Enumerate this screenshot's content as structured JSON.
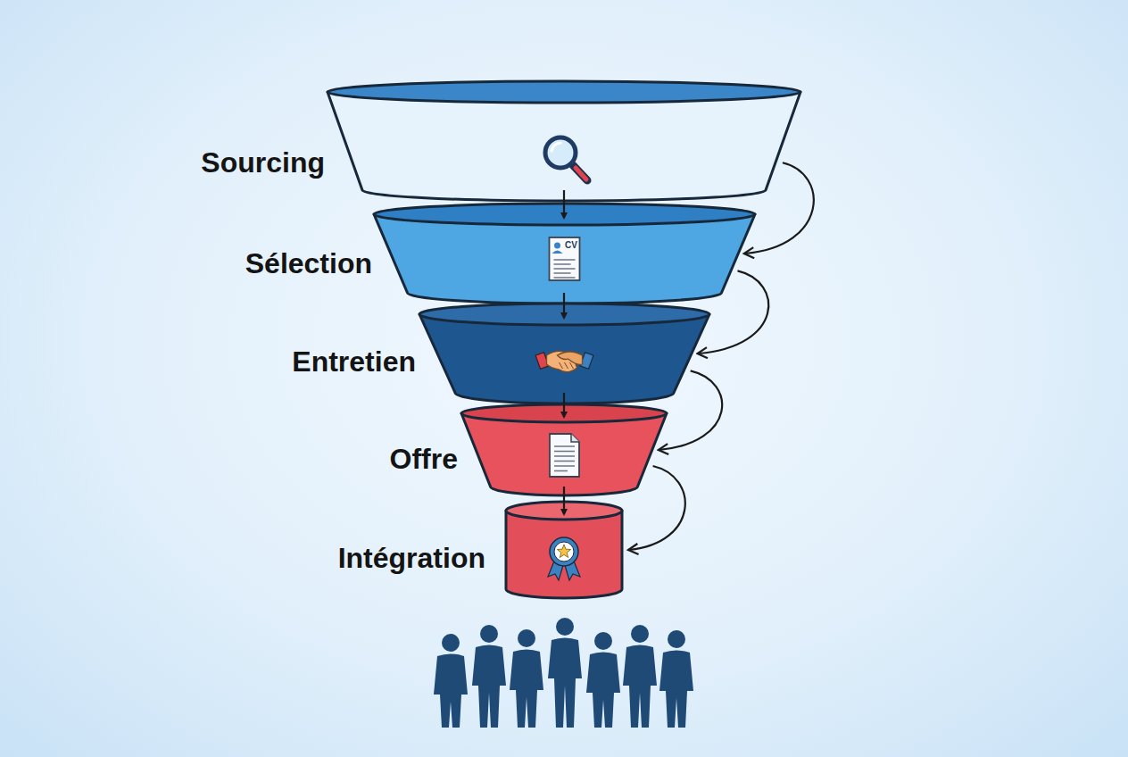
{
  "diagram": {
    "nodes": [
      {
        "text": [
          "Sourcing"
        ]
      },
      {
        "text": [
          "Sélection"
        ]
      },
      {
        "text": [
          "Entretien"
        ]
      },
      {
        "text": [
          "Offre"
        ]
      },
      {
        "text": [
          "Intégration"
        ]
      }
    ],
    "edges": [
      {
        "from": 0,
        "to": 1,
        "arrow": "to"
      },
      {
        "from": 1,
        "to": 2,
        "arrow": "to"
      },
      {
        "from": 2,
        "to": 3,
        "arrow": "to"
      },
      {
        "from": 3,
        "to": 4,
        "arrow": "to"
      },
      {
        "from": 0,
        "to": 1,
        "arrow": "to"
      },
      {
        "from": 1,
        "to": 2,
        "arrow": "to"
      },
      {
        "from": 2,
        "to": 3,
        "arrow": "to"
      },
      {
        "from": 3,
        "to": 4,
        "arrow": "to"
      }
    ],
    "labels": [
      "CV"
    ]
  }
}
